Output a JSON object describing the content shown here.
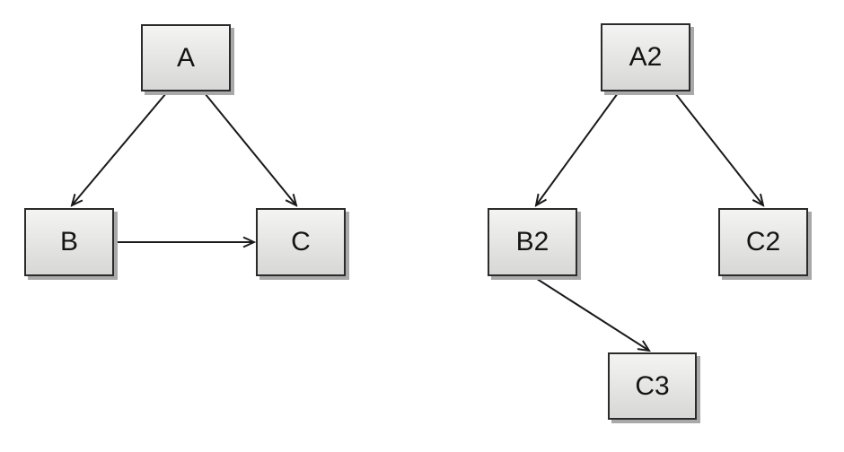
{
  "canvas": {
    "background": "#ffffff"
  },
  "style": {
    "node_fill_top": "#f4f4f3",
    "node_fill_bottom": "#d7d7d5",
    "node_border": "#2b2b2b",
    "node_shadow": "#a9a9a9",
    "edge_color": "#1a1a1a"
  },
  "graphs": [
    {
      "name": "left-graph",
      "nodes": [
        {
          "id": "A",
          "label": "A"
        },
        {
          "id": "B",
          "label": "B"
        },
        {
          "id": "C",
          "label": "C"
        }
      ],
      "edges": [
        {
          "from": "A",
          "to": "B"
        },
        {
          "from": "A",
          "to": "C"
        },
        {
          "from": "B",
          "to": "C"
        }
      ]
    },
    {
      "name": "right-graph",
      "nodes": [
        {
          "id": "A2",
          "label": "A2"
        },
        {
          "id": "B2",
          "label": "B2"
        },
        {
          "id": "C2",
          "label": "C2"
        },
        {
          "id": "C3",
          "label": "C3"
        }
      ],
      "edges": [
        {
          "from": "A2",
          "to": "B2"
        },
        {
          "from": "A2",
          "to": "C2"
        },
        {
          "from": "B2",
          "to": "C3"
        }
      ]
    }
  ]
}
